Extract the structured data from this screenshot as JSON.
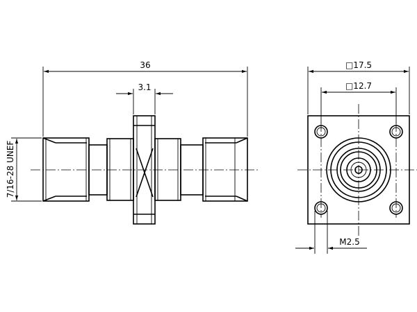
{
  "dimensions": {
    "overall_length": "36",
    "flange_thickness": "3.1",
    "thread_spec": "7/16-28 UNEF",
    "flange_square": "□17.5",
    "hole_spacing": "□12.7",
    "screw_size": "M2.5"
  },
  "colors": {
    "line": "#000000",
    "background": "#ffffff"
  }
}
